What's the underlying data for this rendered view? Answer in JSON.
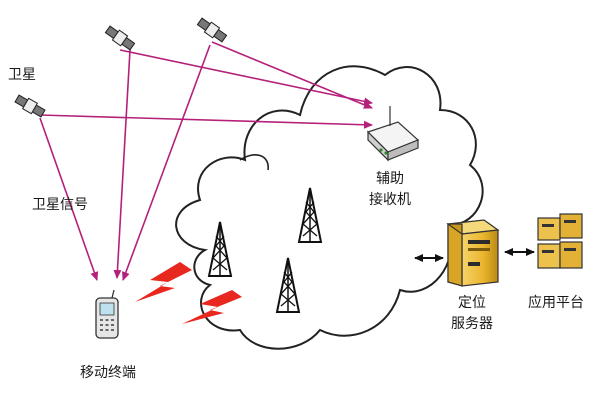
{
  "labels": {
    "satellite": "卫星",
    "satellite_signal": "卫星信号",
    "assist_receiver_line1": "辅助",
    "assist_receiver_line2": "接收机",
    "mobile_terminal": "移动终端",
    "location_server_line1": "定位",
    "location_server_line2": "服务器",
    "application_platform": "应用平台"
  },
  "colors": {
    "signal_line": "#b5217a",
    "cloud_stroke": "#222222",
    "cloud_fill": "#ffffff",
    "lightning": "#e8281e",
    "server_yellow": "#e9b52c",
    "device_gray": "#cfcfcf"
  },
  "icons": [
    "satellite-icon",
    "tower-icon",
    "receiver-icon",
    "phone-icon",
    "server-icon",
    "platform-icon"
  ]
}
